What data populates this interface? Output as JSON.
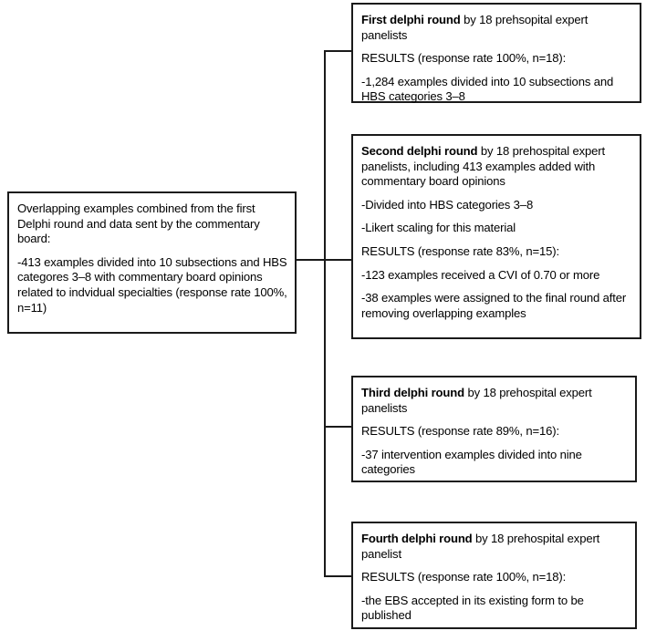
{
  "diagram": {
    "type": "flowchart",
    "title": "Delphi study process flowchart",
    "line_color": "#1a1a1a",
    "box_border_color": "#1a1a1a",
    "background_color": "#ffffff",
    "text_color": "#000000"
  },
  "source_node": {
    "name": "commentary-board-input",
    "paragraphs": [
      "Overlapping examples combined from the first Delphi round and data sent by the commentary board:",
      "-413 examples divided into 10 subsections and HBS categores 3–8 with commentary board opinions related to indvidual specialties (response rate 100%, n=11)"
    ]
  },
  "rounds": [
    {
      "name": "first-delphi-round",
      "heading": "First delphi round",
      "heading_rest": " by 18 prehsopital expert panelists",
      "results_line": "RESULTS (response rate 100%, n=18):",
      "bullets": [
        "-1,284 examples divided into 10 subsections and HBS categories 3–8"
      ]
    },
    {
      "name": "second-delphi-round",
      "heading": "Second delphi round",
      "heading_rest": " by 18 prehospital expert panelists, including 413 examples added with commentary board opinions",
      "pre_bullets": [
        "-Divided into HBS categories 3–8",
        "-Likert scaling for this material"
      ],
      "results_line": "RESULTS (response rate 83%, n=15):",
      "bullets": [
        "-123 examples received a CVI of 0.70 or more",
        "-38 examples were assigned to the final round after removing overlapping examples"
      ]
    },
    {
      "name": "third-delphi-round",
      "heading": "Third delphi round",
      "heading_rest": " by 18 prehospital expert panelists",
      "results_line": "RESULTS (response rate 89%, n=16):",
      "bullets": [
        "-37 intervention examples divided into nine categories"
      ]
    },
    {
      "name": "fourth-delphi-round",
      "heading": "Fourth delphi round",
      "heading_rest": " by 18 prehospital expert panelist",
      "results_line": "RESULTS (response rate 100%, n=18):",
      "bullets": [
        "-the EBS accepted in its existing form to be published"
      ]
    }
  ]
}
